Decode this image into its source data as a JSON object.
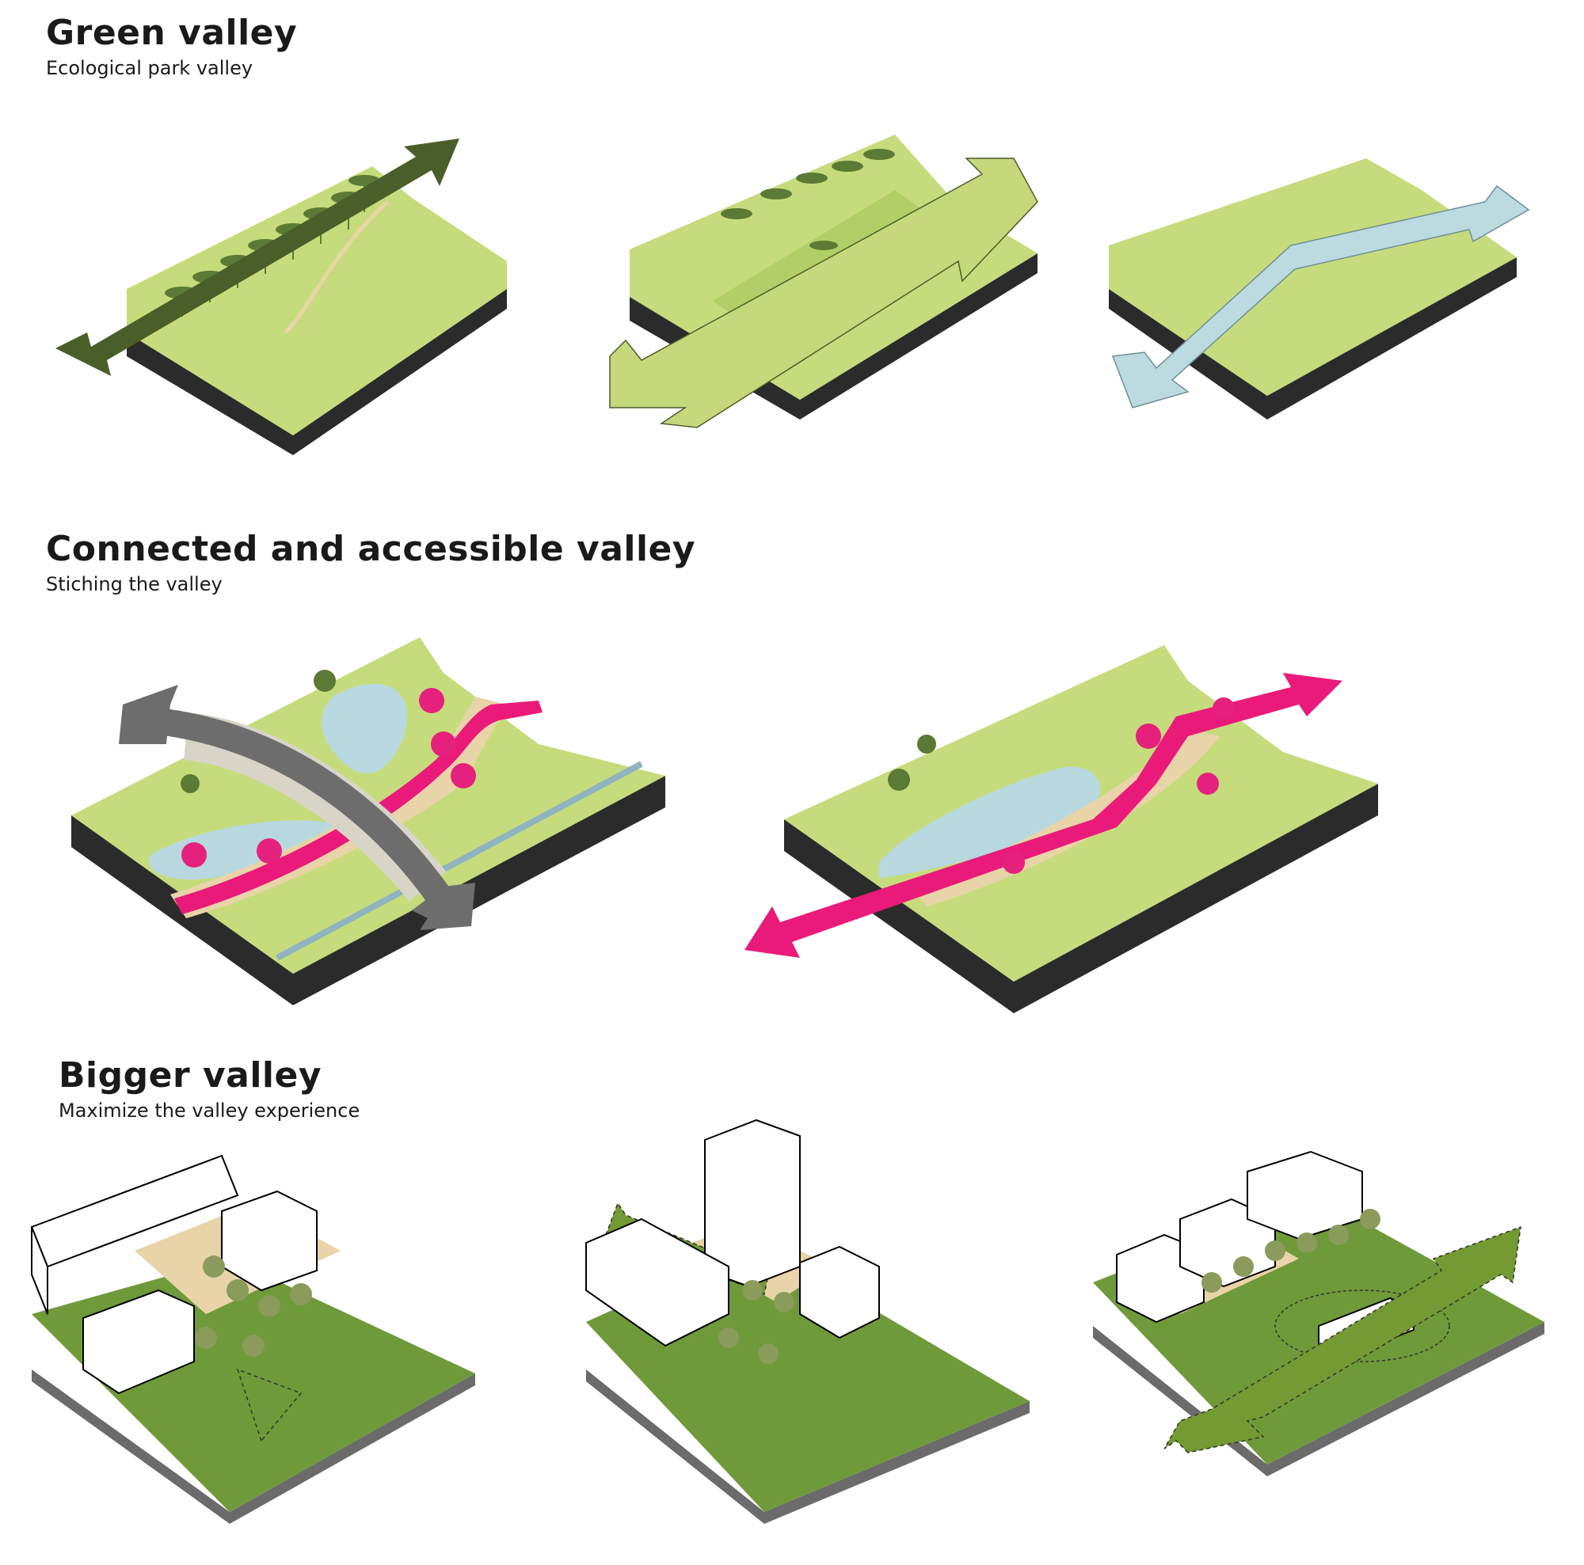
{
  "sections": [
    {
      "title": "Green valley",
      "subtitle": "Ecological park valley"
    },
    {
      "title": "Connected and accessible valley",
      "subtitle": "Stiching the valley"
    },
    {
      "title": "Bigger valley",
      "subtitle": "Maximize the valley experience"
    }
  ],
  "colors": {
    "grass_light": "#c6dc7c",
    "grass_mid": "#a9c95e",
    "grass_dark": "#6f9a3a",
    "base": "#2b2b2b",
    "base_grey": "#6b6b6b",
    "arrow_dark_green": "#4a5e2a",
    "arrow_light_green": "#c5d97c",
    "arrow_light_blue": "#bcdbe0",
    "arrow_pink": "#ea1a7a",
    "arrow_grey": "#6d6d6d",
    "arrow_green": "#739a33",
    "water": "#b8d8e0",
    "path_sand": "#e8d4a8",
    "tree": "#5b7a35",
    "tree_pink": "#e6217d",
    "building": "#ffffff",
    "bridge": "#d9d4c8"
  },
  "panels": [
    {
      "name": "green-valley-forest-corridor",
      "arrow": "dark-green"
    },
    {
      "name": "green-valley-meadow-corridor",
      "arrow": "light-green"
    },
    {
      "name": "green-valley-water-channel",
      "arrow": "light-blue"
    },
    {
      "name": "connected-valley-bridge-crossing",
      "arrow": "grey"
    },
    {
      "name": "connected-valley-pink-path",
      "arrow": "pink"
    },
    {
      "name": "bigger-valley-building-edge",
      "arrow": "none"
    },
    {
      "name": "bigger-valley-tower",
      "arrow": "green"
    },
    {
      "name": "bigger-valley-cross-axes",
      "arrow": "green"
    }
  ]
}
